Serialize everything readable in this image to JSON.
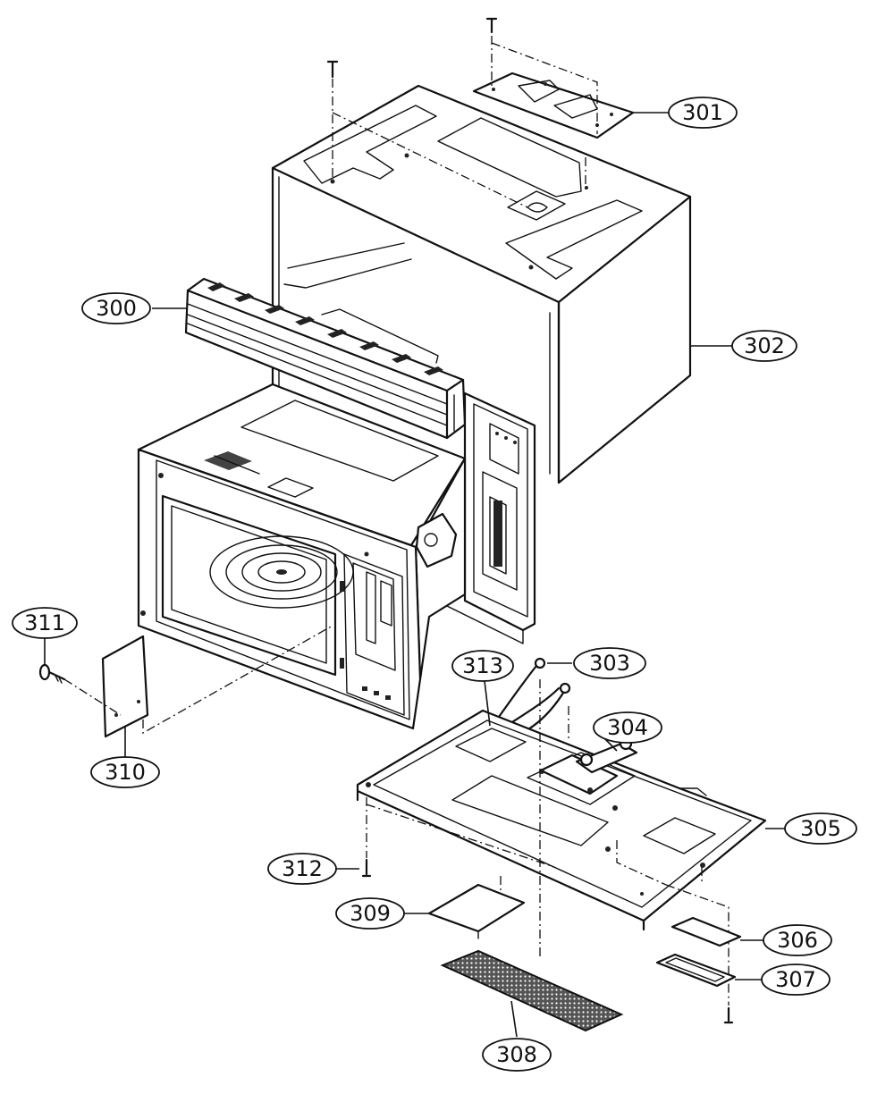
{
  "callouts": [
    {
      "id": "300",
      "label": "300"
    },
    {
      "id": "301",
      "label": "301"
    },
    {
      "id": "302",
      "label": "302"
    },
    {
      "id": "303",
      "label": "303"
    },
    {
      "id": "304",
      "label": "304"
    },
    {
      "id": "305",
      "label": "305"
    },
    {
      "id": "306",
      "label": "306"
    },
    {
      "id": "307",
      "label": "307"
    },
    {
      "id": "308",
      "label": "308"
    },
    {
      "id": "309",
      "label": "309"
    },
    {
      "id": "310",
      "label": "310"
    },
    {
      "id": "311",
      "label": "311"
    },
    {
      "id": "312",
      "label": "312"
    },
    {
      "id": "313",
      "label": "313"
    }
  ]
}
